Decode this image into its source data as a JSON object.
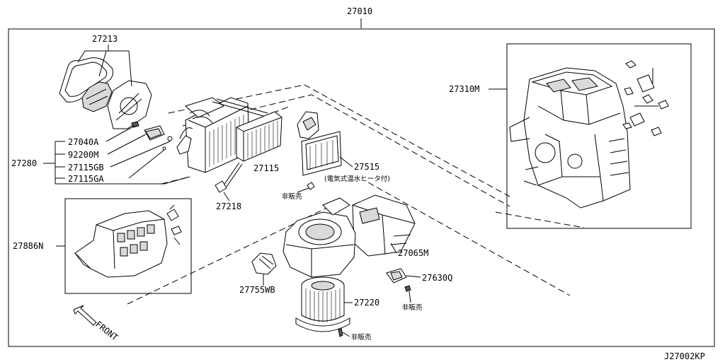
{
  "diagram": {
    "callouts": {
      "p27010": "27010",
      "p27213": "27213",
      "p27040a": "27040A",
      "p92200m": "92200M",
      "p27115gb": "27115GB",
      "p27115ga": "27115GA",
      "p27280": "27280",
      "p27115": "27115",
      "p27515": "27515",
      "p27515_note": "(電気式温水ヒータ付)",
      "p27218": "27218",
      "p27310m": "27310M",
      "p27886n": "27886N",
      "p27065m": "27065M",
      "p27630q": "27630Q",
      "p27755wb": "27755WB",
      "p27220": "27220"
    },
    "not_sold_label": "非販売",
    "front_label": "FRONT",
    "diagram_code": "J27002KP"
  }
}
